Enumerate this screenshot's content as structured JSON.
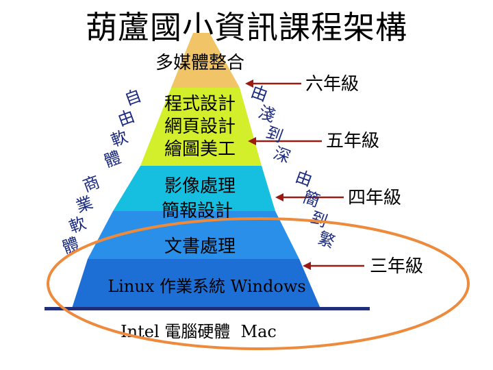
{
  "title": "葫蘆國小資訊課程架構",
  "colors": {
    "layer_top": "#f2c468",
    "layer_2": "#d3ee2a",
    "layer_3": "#16bfe0",
    "layer_4": "#2a8fe8",
    "layer_5": "#1d6fd6",
    "baseline": "#1f2f7a",
    "arrow": "#9b1b12",
    "ellipse": "#ee8a3c"
  },
  "layers": [
    {
      "name": "layer-top",
      "color_key": "layer_top",
      "labels": [
        "多媒體整合"
      ]
    },
    {
      "name": "layer-2",
      "color_key": "layer_2",
      "labels": [
        "程式設計",
        "網頁設計",
        "繪圖美工"
      ]
    },
    {
      "name": "layer-3",
      "color_key": "layer_3",
      "labels": [
        "影像處理",
        "簡報設計"
      ]
    },
    {
      "name": "layer-4",
      "color_key": "layer_4",
      "labels": [
        "文書處理"
      ]
    },
    {
      "name": "layer-5",
      "color_key": "layer_5",
      "labels": [
        "Linux 作業系統 Windows"
      ]
    }
  ],
  "hardware_label": "Intel 電腦硬體  Mac",
  "grade_labels": [
    "六年級",
    "五年級",
    "四年級",
    "三年級"
  ],
  "left_vertical": [
    "自由軟體",
    "商業軟體"
  ],
  "right_vertical": [
    "由淺到深",
    "由簡到繁"
  ]
}
